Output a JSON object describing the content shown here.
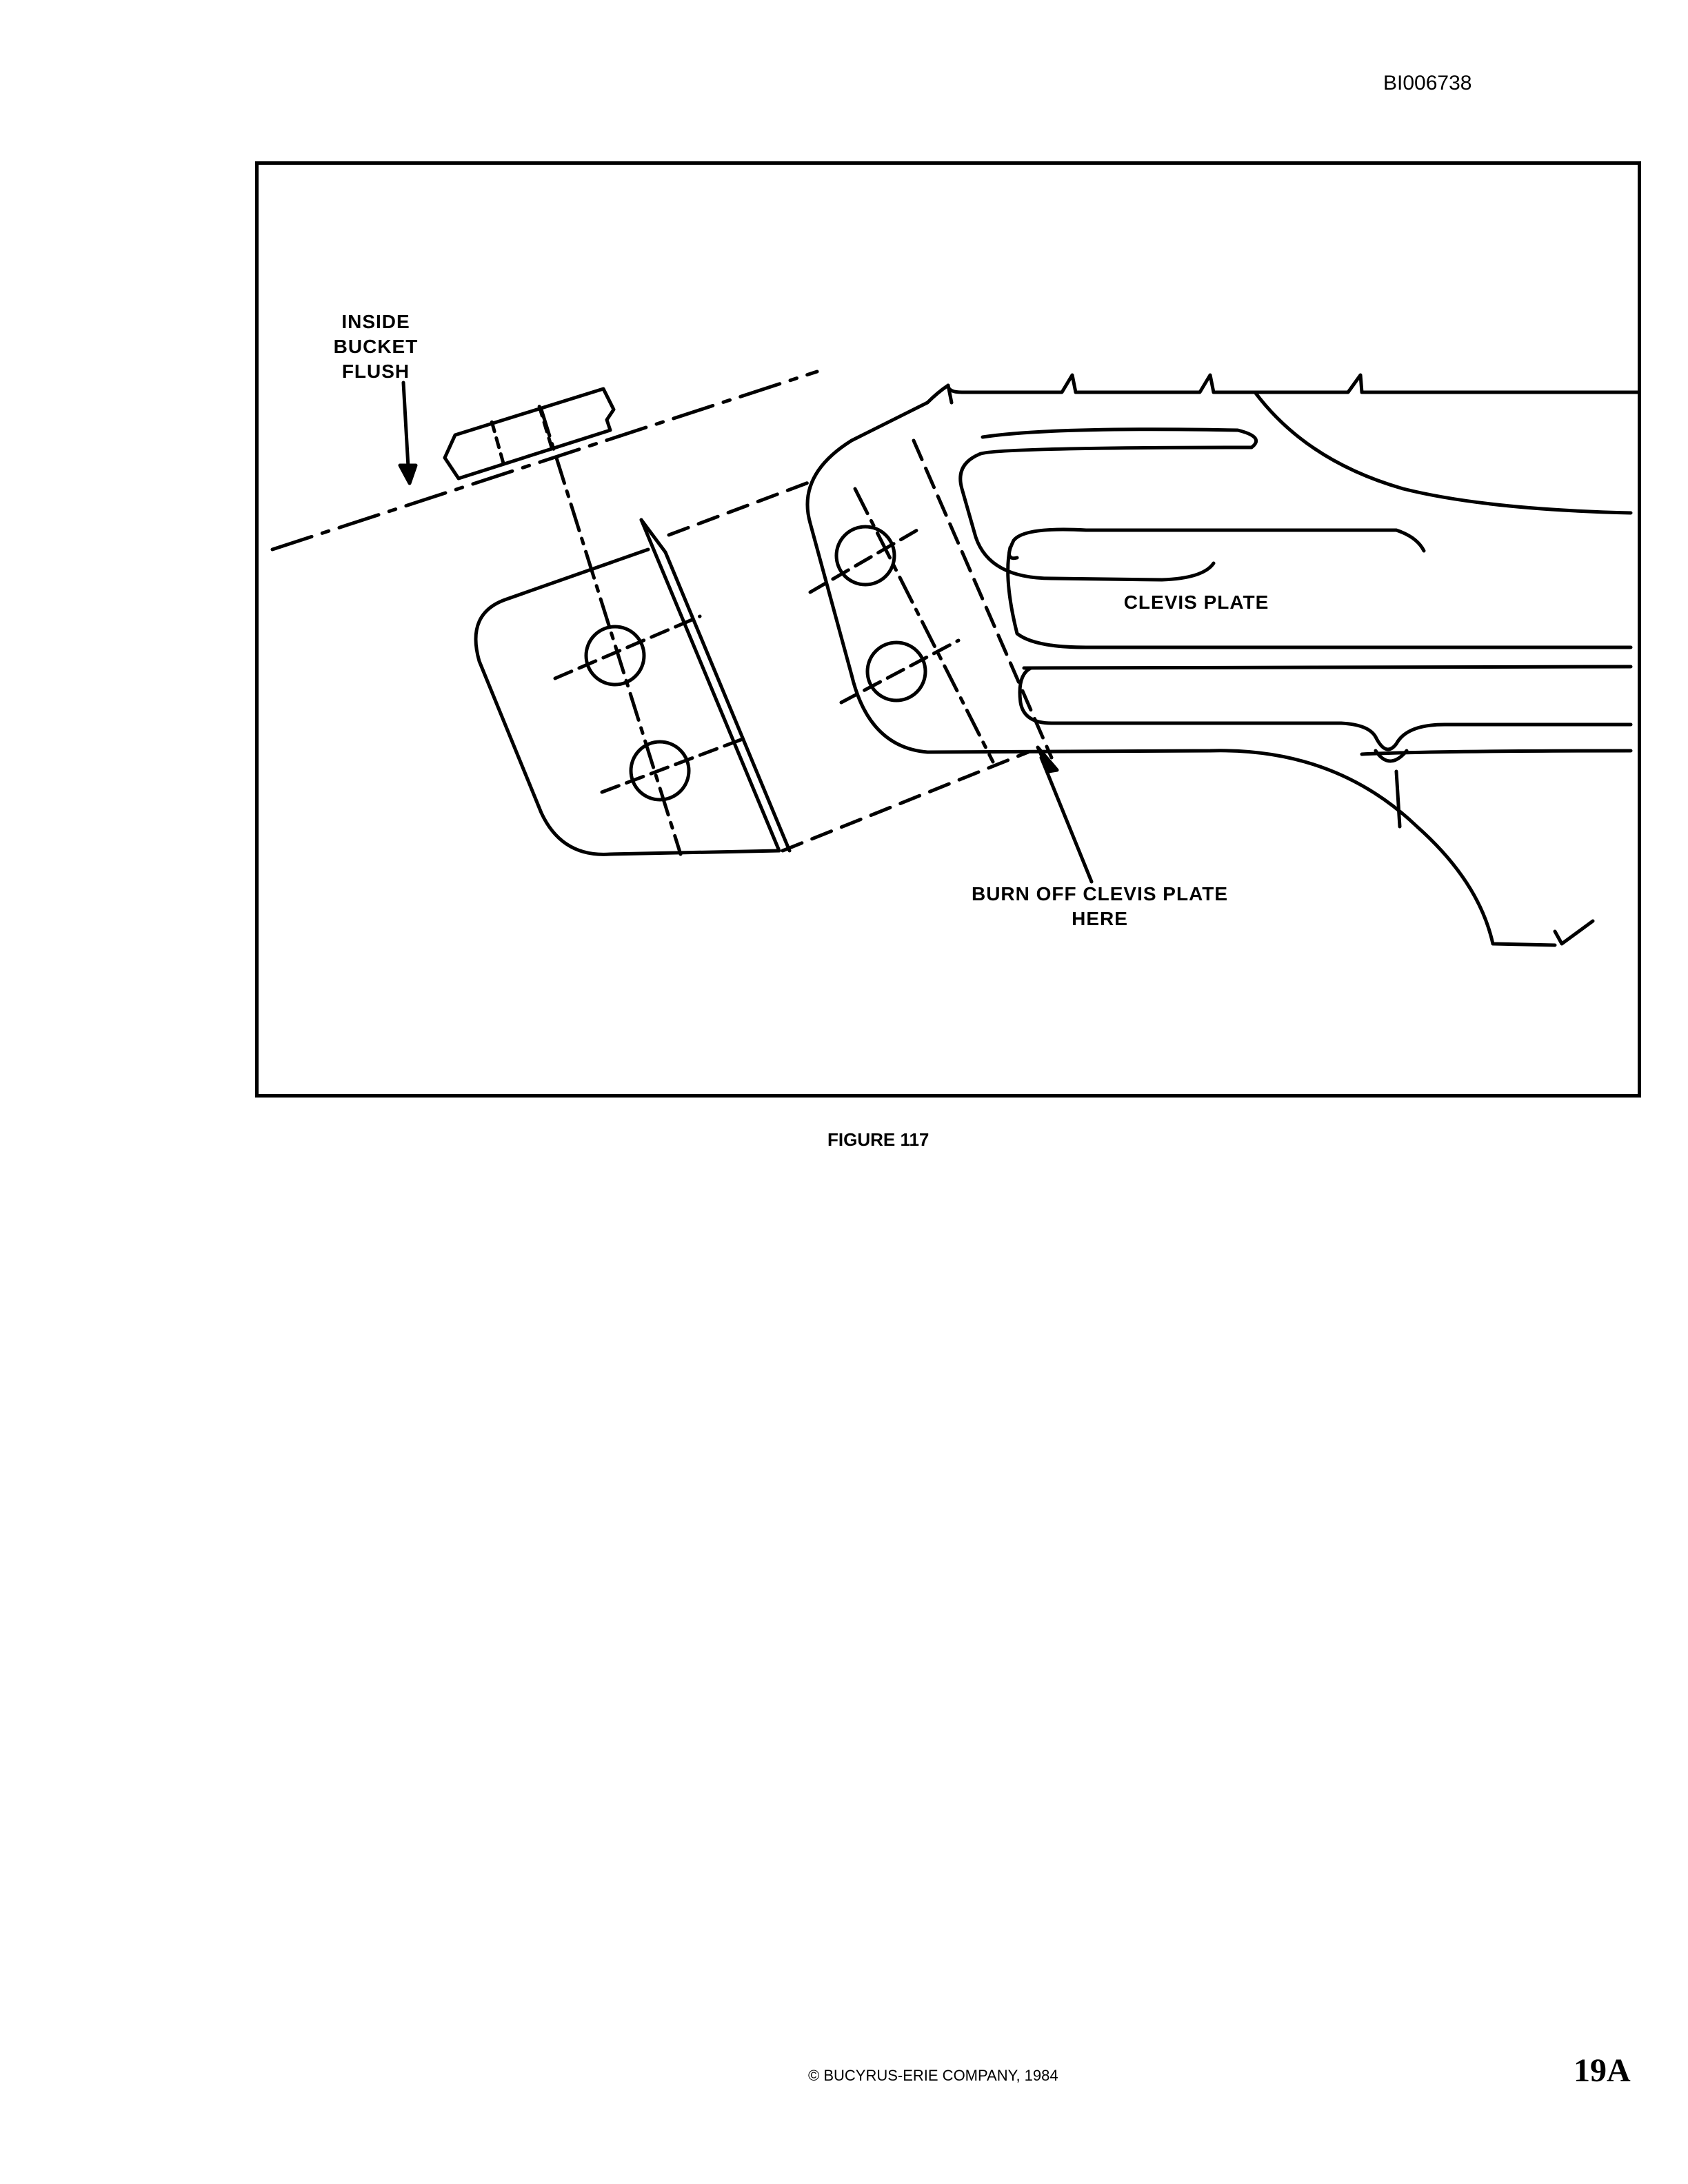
{
  "header": {
    "document_id": "BI006738"
  },
  "figure": {
    "labels": {
      "inside_bucket_flush": [
        "INSIDE",
        "BUCKET",
        "FLUSH"
      ],
      "clevis_plate": "CLEVIS PLATE",
      "burn_off": [
        "BURN OFF CLEVIS PLATE",
        "HERE"
      ]
    },
    "caption": "FIGURE 117"
  },
  "footer": {
    "copyright": "© BUCYRUS-ERIE COMPANY, 1984",
    "page_number": "19A"
  }
}
